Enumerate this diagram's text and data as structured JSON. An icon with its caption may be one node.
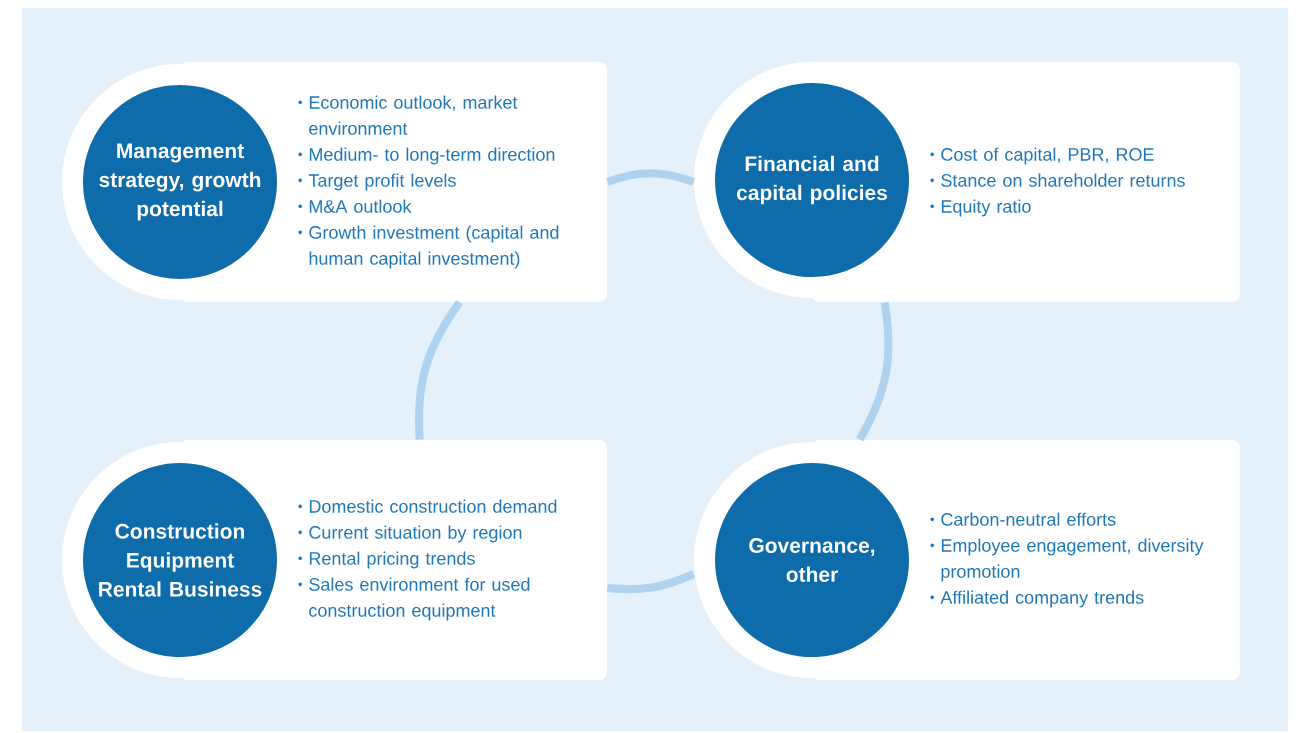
{
  "diagram": {
    "nodes": [
      {
        "text": [
          "Management strategy, growth potential",
          "Economic outlook, market environment",
          "Medium- to long-term direction",
          "Target profit levels",
          "M&A outlook",
          "Growth investment (capital and human capital investment)"
        ]
      },
      {
        "text": [
          "Financial and capital policies",
          "Cost of capital, PBR, ROE",
          "Stance on shareholder returns",
          "Equity ratio"
        ]
      },
      {
        "text": [
          "Construction Equipment Rental Business",
          "Domestic construction demand",
          "Current situation by region",
          "Rental pricing trends",
          "Sales environment for used construction equipment"
        ]
      },
      {
        "text": [
          "Governance, other",
          "Carbon-neutral efforts",
          "Employee engagement, diversity promotion",
          "Affiliated company trends"
        ]
      }
    ],
    "edges": [
      {
        "from": 0,
        "to": 1,
        "arrow": "none"
      },
      {
        "from": 1,
        "to": 3,
        "arrow": "none"
      },
      {
        "from": 2,
        "to": 3,
        "arrow": "none"
      },
      {
        "from": 0,
        "to": 2,
        "arrow": "none"
      }
    ]
  }
}
